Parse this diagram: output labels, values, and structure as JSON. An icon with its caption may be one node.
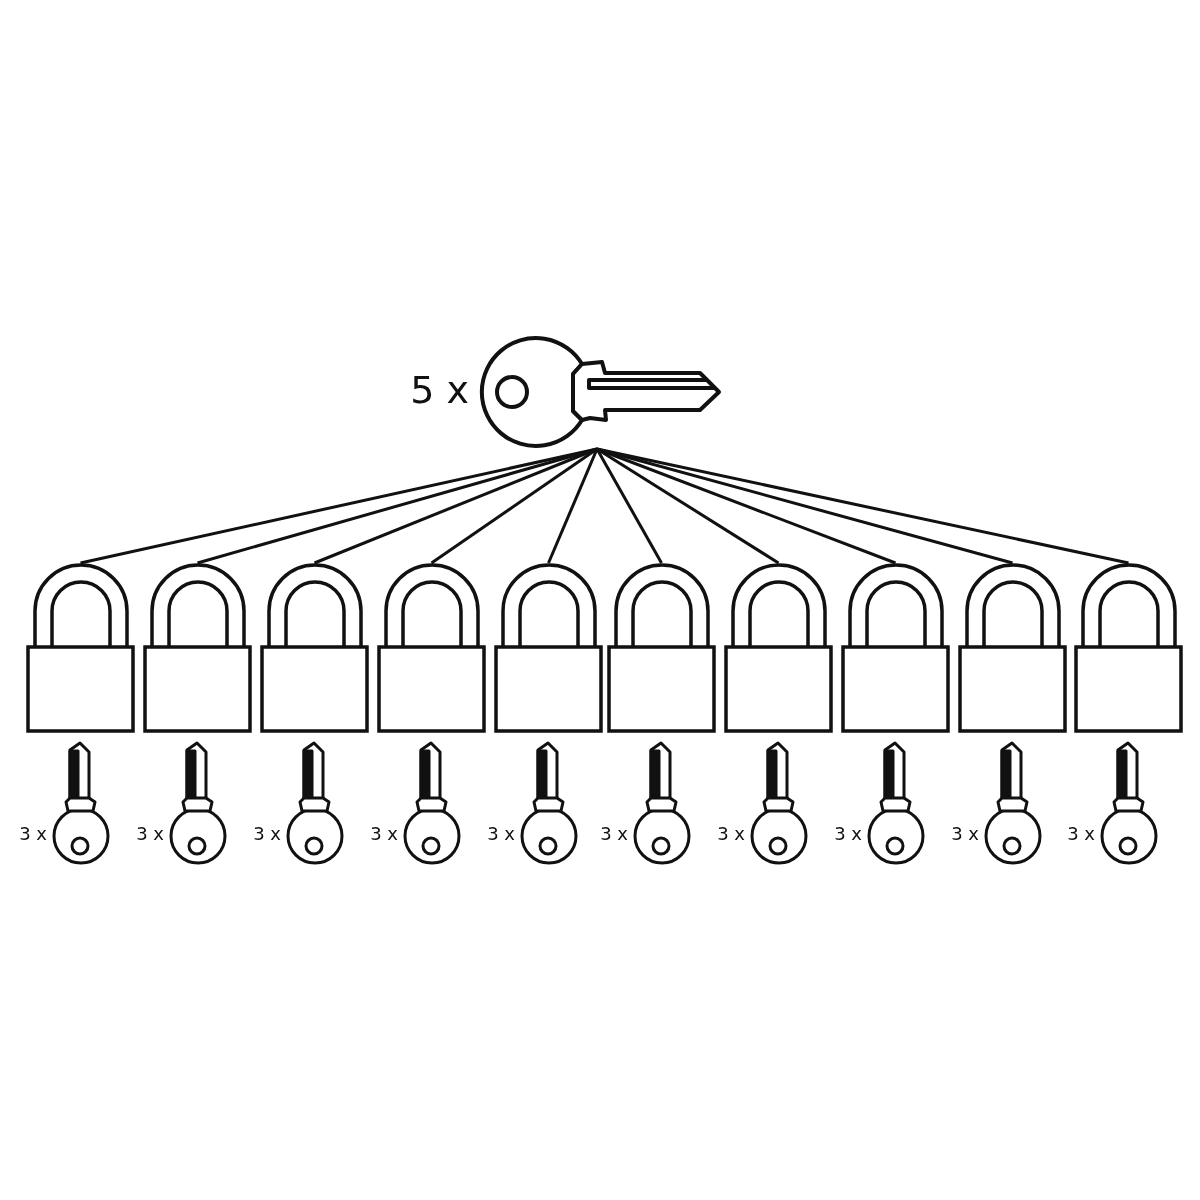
{
  "diagram": {
    "nodes": [
      {
        "text": [],
        "shape": "picture",
        "beside": [
          "5 x"
        ]
      },
      {
        "text": [],
        "shape": "picture"
      },
      {
        "text": [],
        "shape": "picture"
      },
      {
        "text": [],
        "shape": "picture"
      },
      {
        "text": [],
        "shape": "picture"
      },
      {
        "text": [],
        "shape": "picture"
      },
      {
        "text": [],
        "shape": "picture"
      },
      {
        "text": [],
        "shape": "picture"
      },
      {
        "text": [],
        "shape": "picture"
      },
      {
        "text": [],
        "shape": "picture"
      },
      {
        "text": [],
        "shape": "picture"
      },
      {
        "text": [],
        "shape": "picture",
        "beside": [
          "3 x"
        ]
      },
      {
        "text": [],
        "shape": "picture",
        "beside": [
          "3 x"
        ]
      },
      {
        "text": [],
        "shape": "picture",
        "beside": [
          "3 x"
        ]
      },
      {
        "text": [],
        "shape": "picture",
        "beside": [
          "3 x"
        ]
      },
      {
        "text": [],
        "shape": "picture",
        "beside": [
          "3 x"
        ]
      },
      {
        "text": [],
        "shape": "picture",
        "beside": [
          "3 x"
        ]
      },
      {
        "text": [],
        "shape": "picture",
        "beside": [
          "3 x"
        ]
      },
      {
        "text": [],
        "shape": "picture",
        "beside": [
          "3 x"
        ]
      },
      {
        "text": [],
        "shape": "picture",
        "beside": [
          "3 x"
        ]
      },
      {
        "text": [],
        "shape": "picture",
        "beside": [
          "3 x"
        ]
      }
    ],
    "edges": [
      {
        "from": 0,
        "to": 1,
        "arrow": "none"
      },
      {
        "from": 0,
        "to": 2,
        "arrow": "none"
      },
      {
        "from": 0,
        "to": 3,
        "arrow": "none"
      },
      {
        "from": 0,
        "to": 4,
        "arrow": "none"
      },
      {
        "from": 0,
        "to": 5,
        "arrow": "none"
      },
      {
        "from": 0,
        "to": 6,
        "arrow": "none"
      },
      {
        "from": 0,
        "to": 7,
        "arrow": "none"
      },
      {
        "from": 0,
        "to": 8,
        "arrow": "none"
      },
      {
        "from": 0,
        "to": 9,
        "arrow": "none"
      },
      {
        "from": 0,
        "to": 10,
        "arrow": "none"
      }
    ]
  }
}
